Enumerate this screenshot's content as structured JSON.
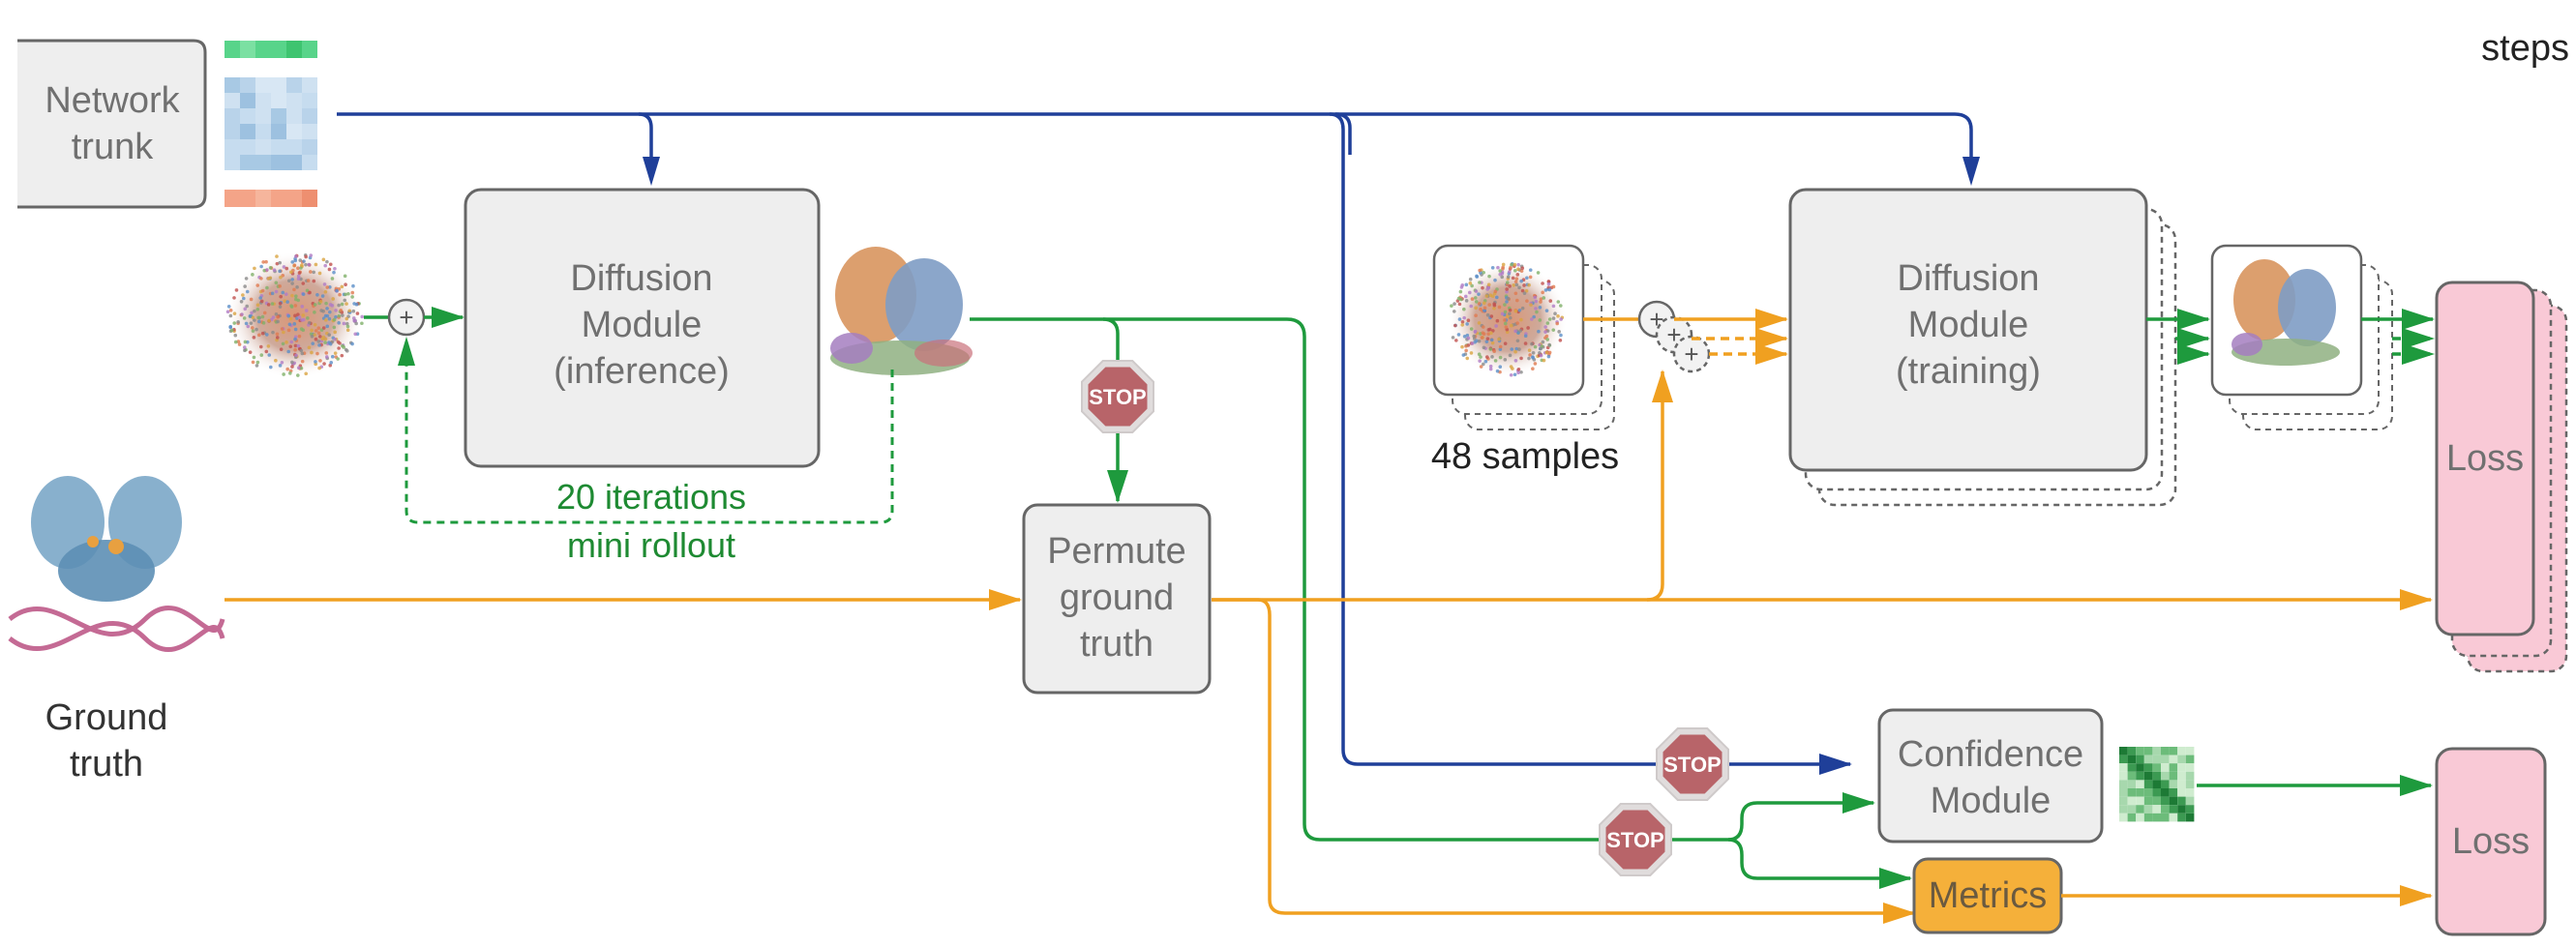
{
  "labels": {
    "network_trunk": [
      "Network",
      "trunk"
    ],
    "diffusion_inference": [
      "Diffusion",
      "Module",
      "(inference)"
    ],
    "iterations": [
      "20 iterations",
      "mini rollout"
    ],
    "stop": "STOP",
    "permute": [
      "Permute",
      "ground",
      "truth"
    ],
    "samples": "48 samples",
    "diffusion_training": [
      "Diffusion",
      "Module",
      "(training)"
    ],
    "loss": "Loss",
    "ground_truth": [
      "Ground",
      "truth"
    ],
    "confidence": [
      "Confidence",
      "Module"
    ],
    "metrics": "Metrics",
    "steps": "steps",
    "plus": "+"
  },
  "colors": {
    "blue": "#1f3f99",
    "green": "#1e9a3d",
    "orange": "#f0a020",
    "stop": "#b86469",
    "loss_fill": "#f9c9d6",
    "module_fill": "#eeeeee",
    "metrics_fill": "#f5b03a",
    "label_green": "#1e8a32"
  }
}
